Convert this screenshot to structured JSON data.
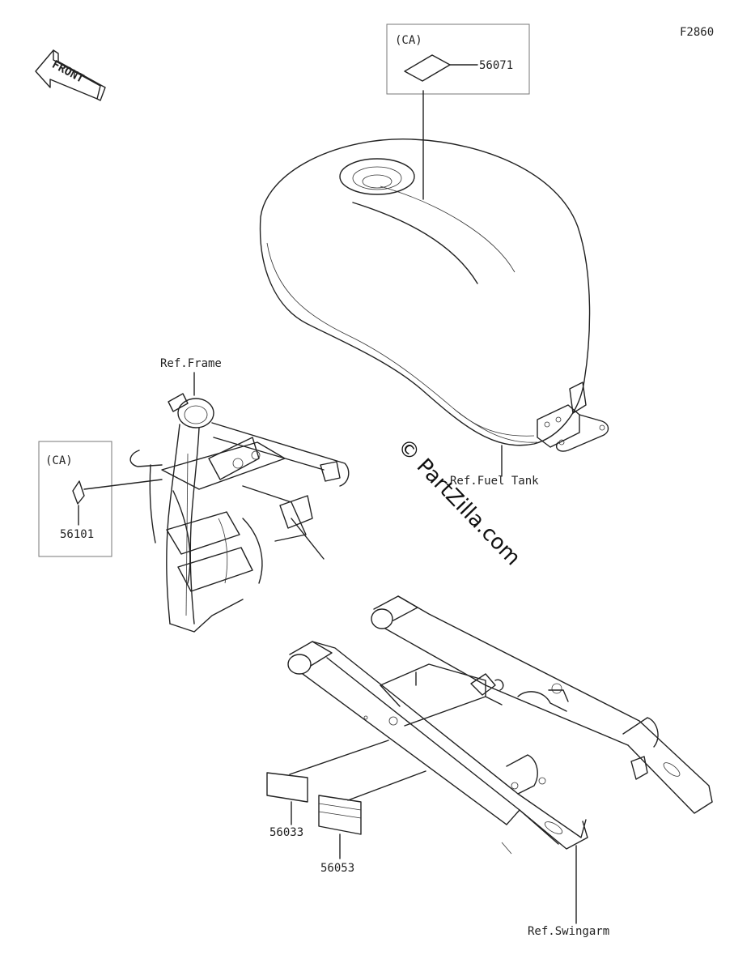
{
  "figure_code": "F2860",
  "front_label": "FRONT",
  "watermark": "© PartZilla.com",
  "callouts": {
    "ca_tank": "(CA)",
    "part_56071": "56071",
    "ca_frame": "(CA)",
    "part_56101": "56101",
    "ref_frame": "Ref.Frame",
    "ref_fuel_tank": "Ref.Fuel Tank",
    "part_56033": "56033",
    "part_56053": "56053",
    "ref_swingarm": "Ref.Swingarm"
  },
  "colors": {
    "line": "#222222",
    "box_border": "#777777",
    "background": "#ffffff"
  }
}
